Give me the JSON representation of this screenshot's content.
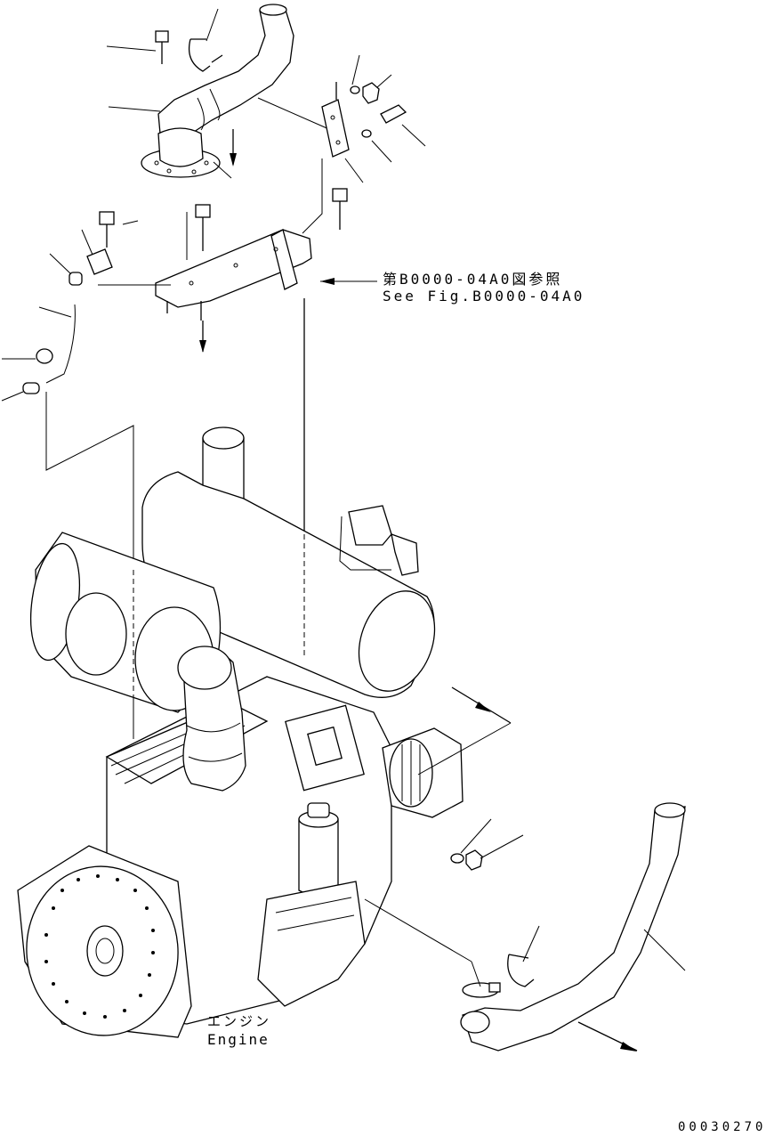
{
  "reference": {
    "jp": "第B0000-04A0図参照",
    "en": "See Fig.B0000-04A0"
  },
  "engine_label": {
    "jp": "エンジン",
    "en": "Engine"
  },
  "drawing_code": "00030270"
}
